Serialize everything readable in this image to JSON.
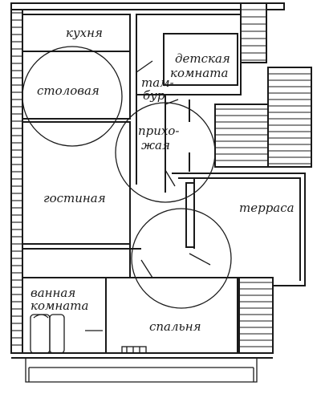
{
  "rooms": {
    "kitchen": "кухня",
    "dining": "столовая",
    "kids_1": "детская",
    "kids_2": "комната",
    "vestibule_1": "там-",
    "vestibule_2": "бур",
    "hall_1": "прихо-",
    "hall_2": "жая",
    "living": "гостиная",
    "terrace": "терраса",
    "bath_1": "ванная",
    "bath_2": "комната",
    "bedroom": "спальня"
  }
}
